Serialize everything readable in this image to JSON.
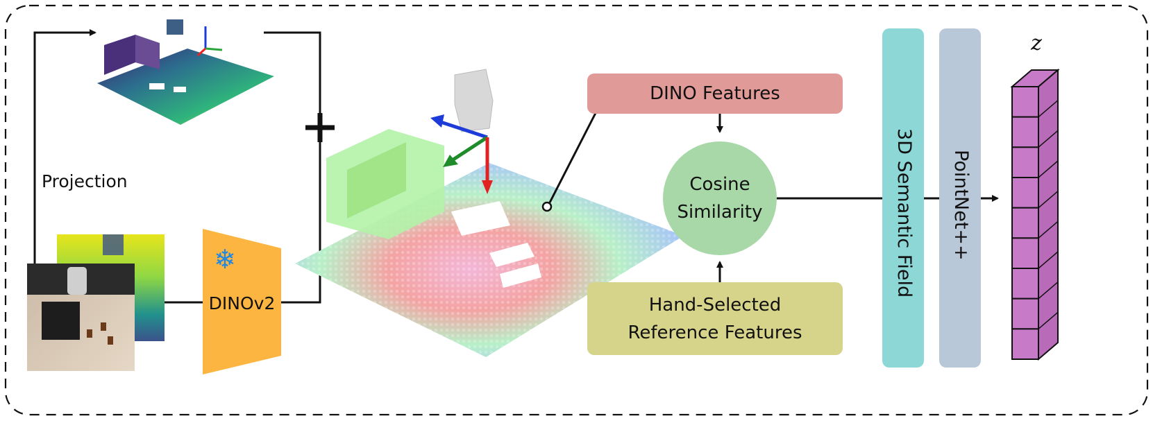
{
  "labels": {
    "projection": "Projection",
    "encoder": "DINOv2",
    "plus": "+",
    "dino_features": "DINO Features",
    "cosine_line1": "Cosine",
    "cosine_line2": "Similarity",
    "reference_line1": "Hand-Selected",
    "reference_line2": "Reference Features",
    "semantic_field": "3D Semantic Field",
    "pointnet": "PointNet++",
    "latent": "z"
  },
  "colors": {
    "dino_features": "#e09a98",
    "cosine": "#a8d8a8",
    "reference": "#d6d38a",
    "semantic_field": "#8dd8d6",
    "pointnet": "#b9c8d8",
    "encoder": "#fbb540",
    "latent_cells": "#c77ac7"
  },
  "icons": {
    "encoder_badge": "snowflake-icon"
  }
}
